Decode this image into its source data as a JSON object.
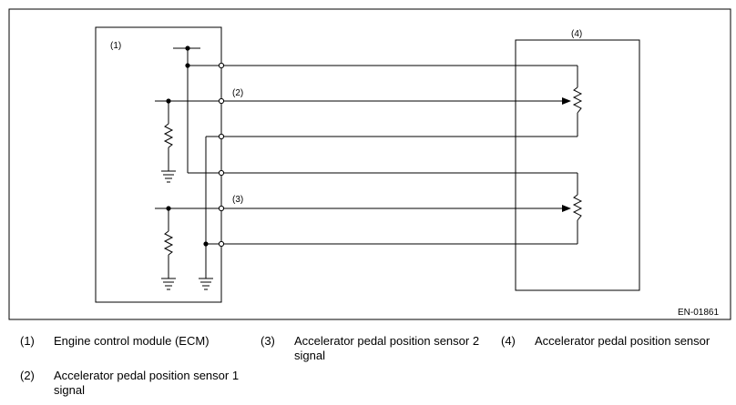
{
  "diagram": {
    "ecm_label": "(1)",
    "signal1_label": "(2)",
    "signal2_label": "(3)",
    "sensor_label": "(4)",
    "code": "EN-01861"
  },
  "legend": [
    {
      "num": "(1)",
      "text": "Engine control module (ECM)"
    },
    {
      "num": "(2)",
      "text": "Accelerator pedal position sensor 1 signal"
    },
    {
      "num": "(3)",
      "text": "Accelerator pedal position sensor 2 signal"
    },
    {
      "num": "(4)",
      "text": "Accelerator pedal position sensor"
    }
  ]
}
